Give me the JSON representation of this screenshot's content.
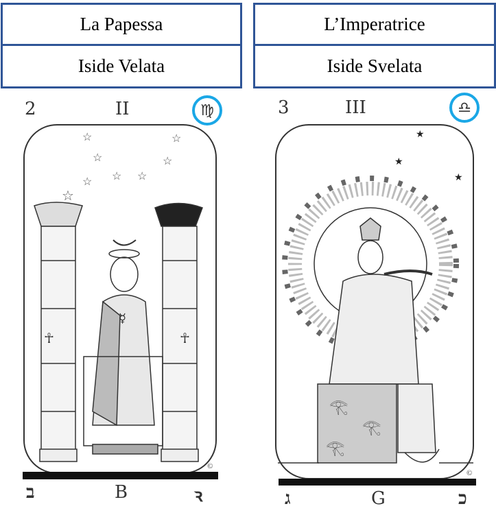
{
  "cards": [
    {
      "title": "La Papessa",
      "subtitle": "Iside Velata",
      "number": "2",
      "roman": "II",
      "zodiac_symbol": "♍",
      "zodiac_icon": "virgo-icon",
      "hebrew_left": "ב",
      "latin_letter": "B",
      "hebrew_right": "ꝛ"
    },
    {
      "title": "L’Imperatrice",
      "subtitle": "Iside Svelata",
      "number": "3",
      "roman": "III",
      "zodiac_symbol": "♎",
      "zodiac_icon": "libra-icon",
      "hebrew_left": "ג",
      "latin_letter": "G",
      "hebrew_right": "כ"
    }
  ],
  "colors": {
    "table_border": "#2f5597",
    "highlight_circle": "#1aa7e6"
  }
}
